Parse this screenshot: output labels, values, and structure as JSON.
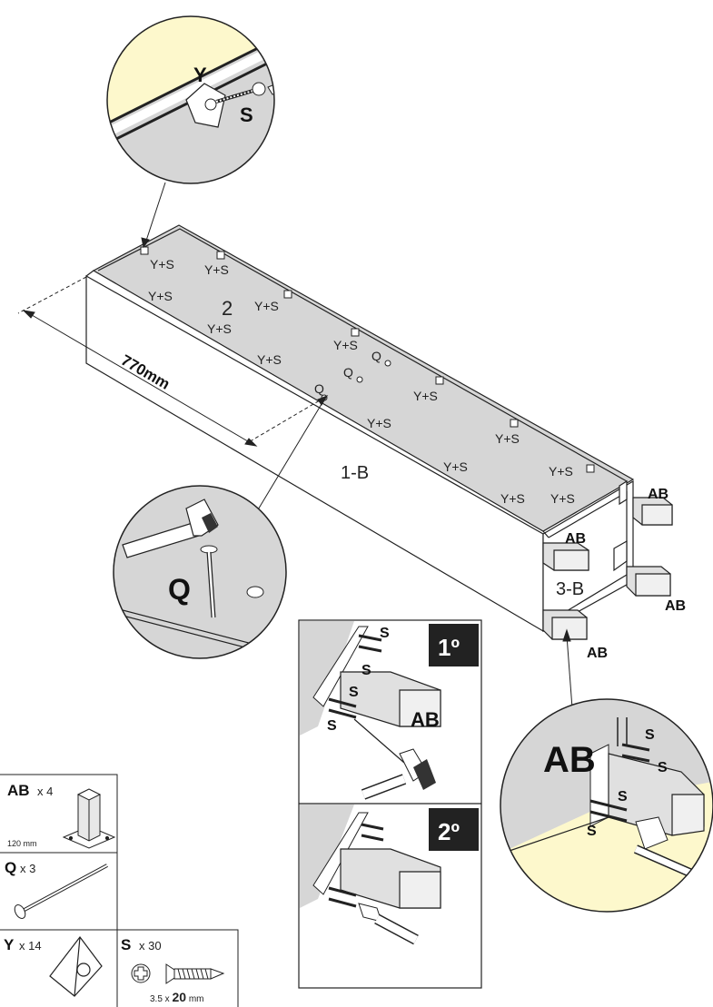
{
  "labels": {
    "callout_top_y": "Y",
    "callout_top_s": "S",
    "panel_2": "2",
    "panel_1b": "1-B",
    "panel_3b": "3-B",
    "dimension": "770mm",
    "ys": "Y+S",
    "q": "Q",
    "ab": "AB",
    "callout_hammer_q": "Q",
    "callout_leg_ab": "AB",
    "s": "S"
  },
  "steps": {
    "step1": "1º",
    "step2": "2º",
    "step1_s": "S",
    "step1_ab": "AB"
  },
  "parts": {
    "ab": {
      "code": "AB",
      "qty": "x 4",
      "size": "120 mm"
    },
    "q": {
      "code": "Q",
      "qty": "x 3"
    },
    "y": {
      "code": "Y",
      "qty": "x 14"
    },
    "s": {
      "code": "S",
      "qty": "x 30",
      "size_prefix": "3.5 x ",
      "size_bold": "20",
      "size_suffix": " mm"
    }
  },
  "colors": {
    "panel_fill": "#d6d6d6",
    "cream": "#fdf8cc",
    "step_badge": "#222222"
  }
}
